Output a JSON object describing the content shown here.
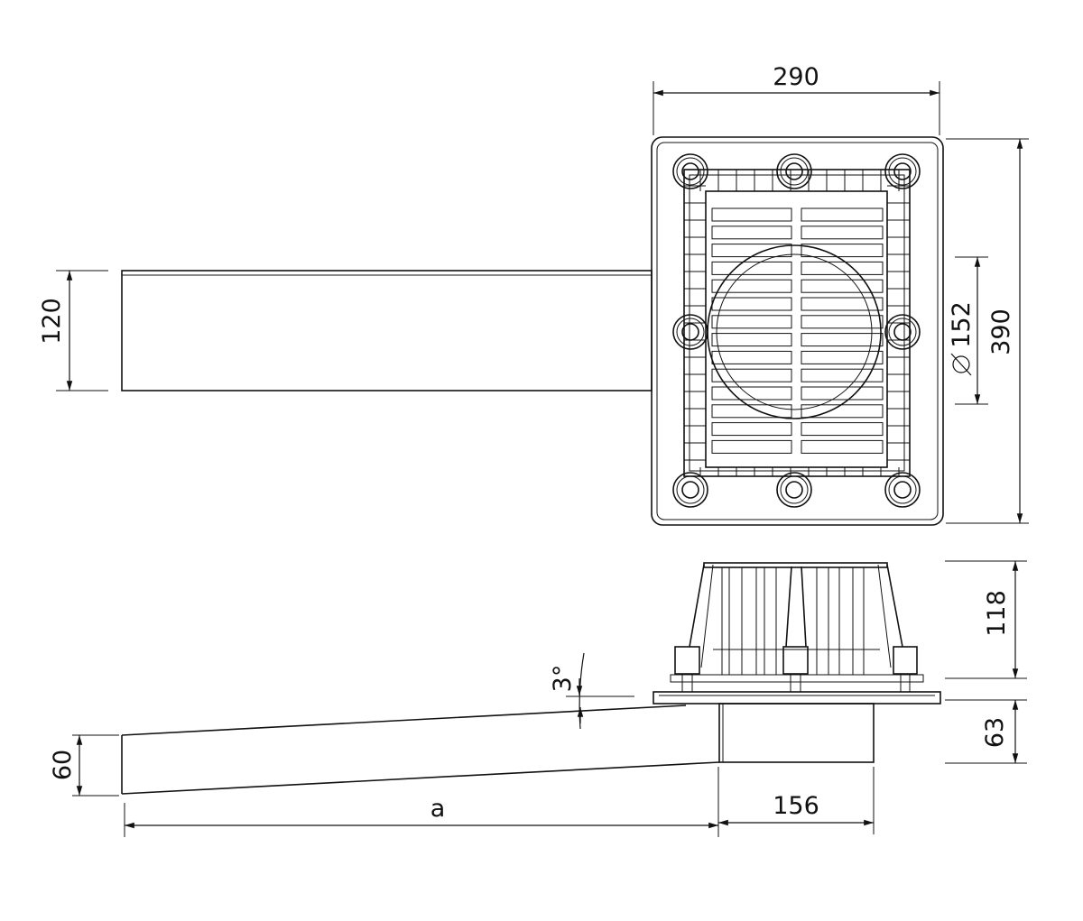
{
  "drawing": {
    "top_view": {
      "width_label": "290",
      "height_label": "390",
      "diameter_label": "152",
      "pipe_height_label": "120"
    },
    "side_view": {
      "grate_height_label": "118",
      "body_height_label": "63",
      "pipe_height_label": "60",
      "pipe_length_label": "a",
      "body_width_label": "156",
      "slope_label": "3°"
    },
    "colors": {
      "line": "#111111",
      "background": "#ffffff"
    }
  }
}
